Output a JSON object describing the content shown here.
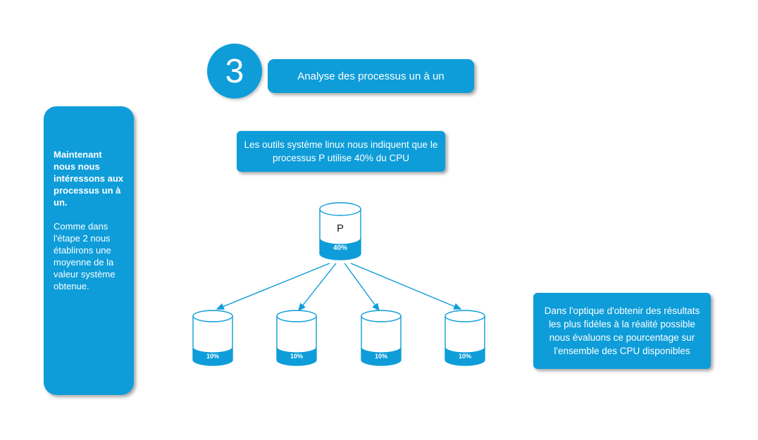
{
  "colors": {
    "accent": "#0e9dd9"
  },
  "step_badge": {
    "number": "3"
  },
  "title": "Analyse des processus un à un",
  "left_panel": {
    "paragraph_bold": "Maintenant nous nous intéressons aux processus un à un.",
    "paragraph": "Comme dans l'étape 2 nous établirons une moyenne de la valeur système obtenue."
  },
  "top_note": "Les outils système linux nous indiquent que le processus P utilise 40% du CPU",
  "right_note": "Dans l'optique d'obtenir des résultats les plus fidèles à la réalité possible nous évaluons ce pourcentage sur l'ensemble des CPU disponibles",
  "process_cylinder": {
    "label": "P",
    "percent": "40%"
  },
  "cpu_cylinders": [
    {
      "percent": "10%"
    },
    {
      "percent": "10%"
    },
    {
      "percent": "10%"
    },
    {
      "percent": "10%"
    }
  ]
}
